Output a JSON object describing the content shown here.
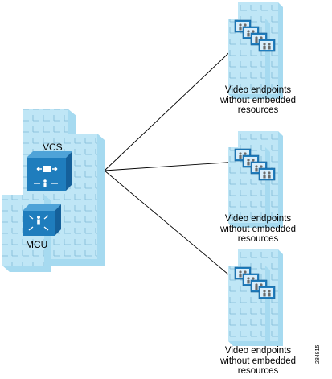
{
  "devices": {
    "vcs_label": "VCS",
    "mcu_label": "MCU"
  },
  "endpoints": [
    {
      "line1": "Video endpoints",
      "line2": "without embedded",
      "line3": "resources"
    },
    {
      "line1": "Video endpoints",
      "line2": "without embedded",
      "line3": "resources"
    },
    {
      "line1": "Video endpoints",
      "line2": "without embedded",
      "line3": "resources"
    }
  ],
  "figure_id": "284815",
  "colors": {
    "building_light": "#bfe6f6",
    "building_mid": "#a6daf0",
    "building_edge": "#8ccde9",
    "window_line": "#7fb9d6",
    "device_blue": "#1f7dbd",
    "device_dark": "#15609a",
    "screen_fill": "#d9eefb",
    "person": "#6b6b6b"
  },
  "icons": {
    "building": "building-icon",
    "vcs": "vcs-switch-icon",
    "mcu": "mcu-icon",
    "endpoint": "video-endpoint-icon"
  }
}
